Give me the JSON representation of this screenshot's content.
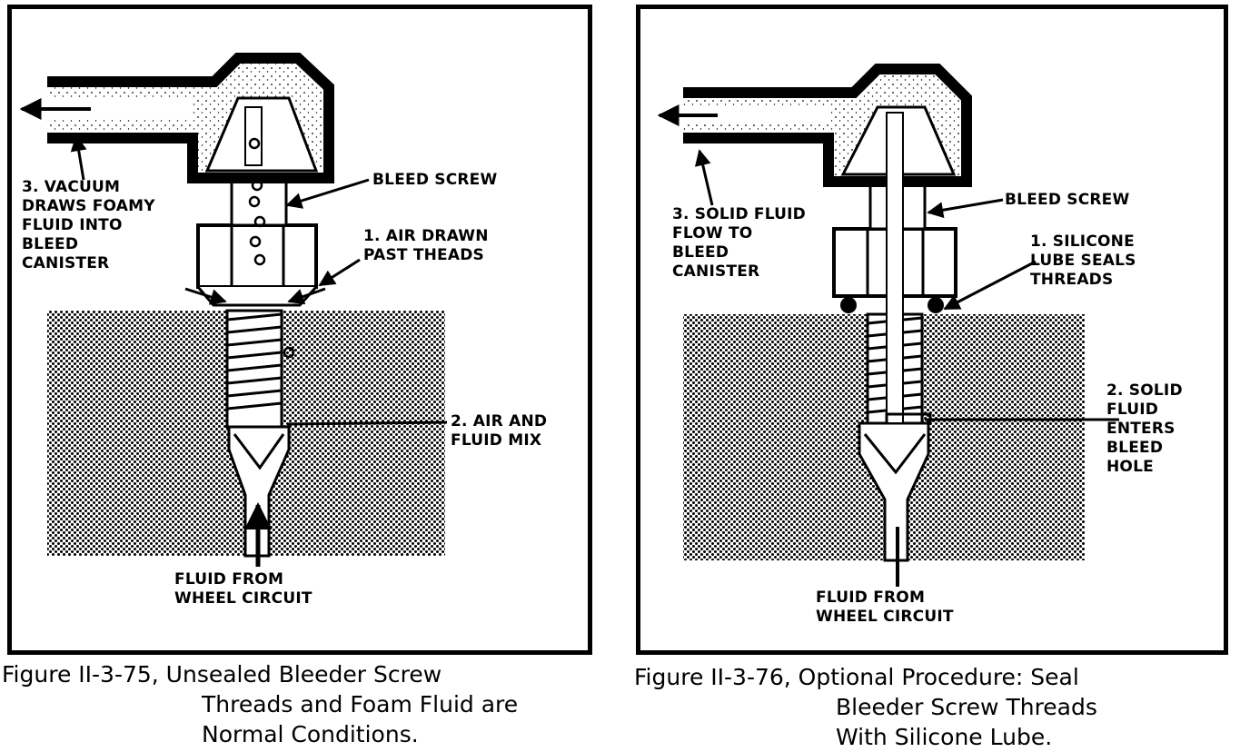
{
  "left_figure": {
    "labels": {
      "vacuum": "3. VACUUM\nDRAWS FOAMY\nFLUID INTO\nBLEED\nCANISTER",
      "bleed_screw": "BLEED SCREW",
      "air_drawn": "1. AIR DRAWN\nPAST THEADS",
      "air_fluid": "2. AIR AND\nFLUID MIX",
      "fluid_from": "FLUID FROM\nWHEEL CIRCUIT"
    },
    "caption_line1": "Figure II-3-75, Unsealed Bleeder Screw",
    "caption_rest": "Threads and Foam Fluid are\nNormal Conditions."
  },
  "right_figure": {
    "labels": {
      "solid_flow": "3. SOLID FLUID\nFLOW TO\nBLEED\nCANISTER",
      "bleed_screw": "BLEED SCREW",
      "silicone": "1. SILICONE\nLUBE SEALS\nTHREADS",
      "solid_enters": "2. SOLID\nFLUID\nENTERS\nBLEED\nHOLE",
      "fluid_from": "FLUID FROM\nWHEEL CIRCUIT"
    },
    "caption_line1": "Figure II-3-76, Optional Procedure: Seal",
    "caption_rest": "Bleeder Screw Threads\nWith Silicone Lube."
  }
}
